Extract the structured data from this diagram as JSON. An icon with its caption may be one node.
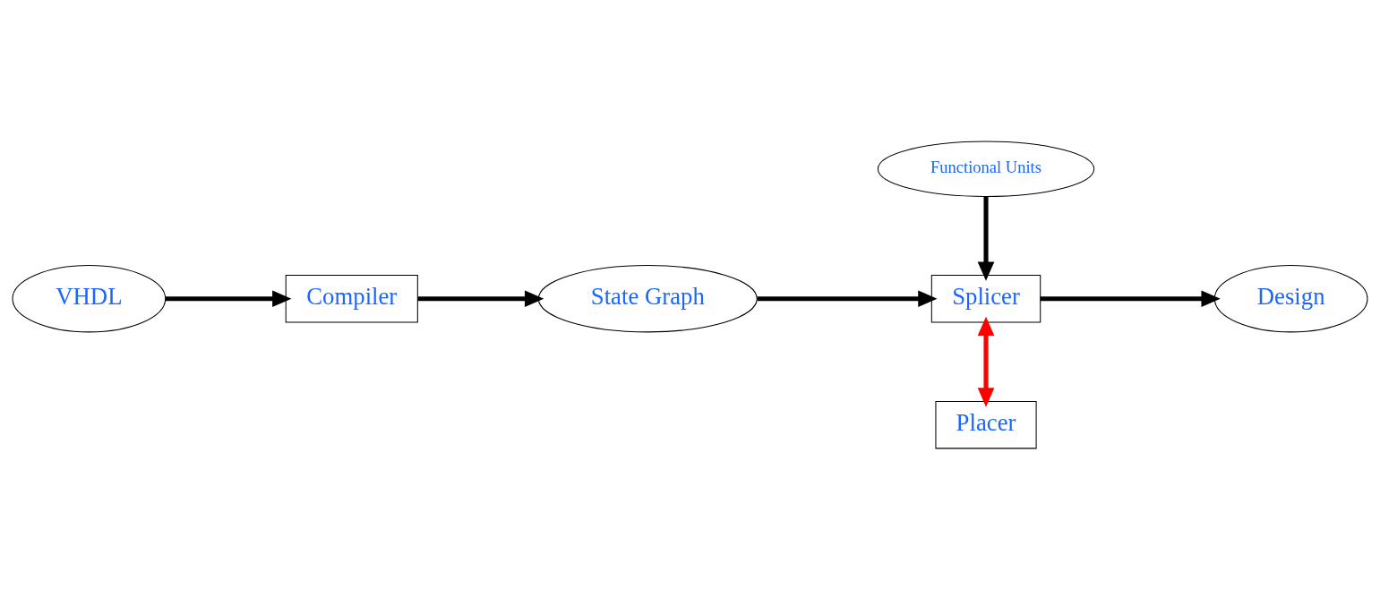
{
  "diagram": {
    "nodes": [
      {
        "text": [
          "VHDL"
        ]
      },
      {
        "text": [
          "Compiler"
        ]
      },
      {
        "text": [
          "State Graph"
        ]
      },
      {
        "text": [
          "Functional Units"
        ]
      },
      {
        "text": [
          "Splicer"
        ]
      },
      {
        "text": [
          "Design"
        ]
      },
      {
        "text": [
          "Placer"
        ]
      }
    ],
    "edges": [
      {
        "from": 0,
        "to": 1,
        "arrow": "to"
      },
      {
        "from": 1,
        "to": 2,
        "arrow": "to"
      },
      {
        "from": 2,
        "to": 4,
        "arrow": "to"
      },
      {
        "from": 3,
        "to": 4,
        "arrow": "to"
      },
      {
        "from": 4,
        "to": 5,
        "arrow": "to"
      },
      {
        "from": 4,
        "to": 6,
        "arrow": "both",
        "color": "#ff0000"
      }
    ]
  }
}
